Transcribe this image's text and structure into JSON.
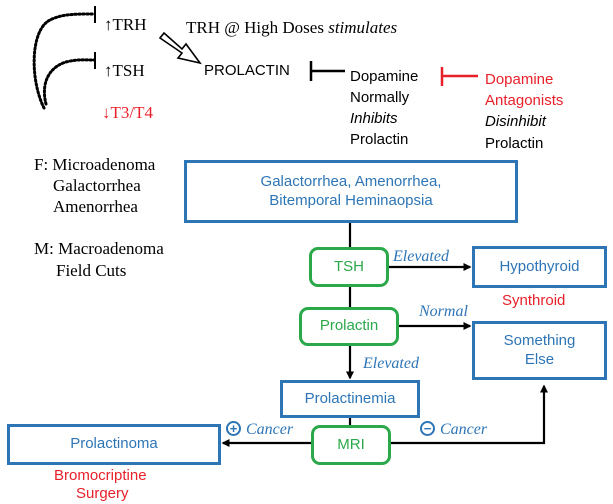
{
  "feedback": {
    "trh": "↑TRH",
    "tsh": "↑TSH",
    "t3t4": "↓T3/T4",
    "trh_note_prefix": "TRH @ High Doses ",
    "trh_note_italic": "stimulates",
    "prolactin": "PROLACTIN"
  },
  "dopamine": {
    "line1": "Dopamine",
    "line2": "Normally",
    "line3": "Inhibits",
    "line4": "Prolactin"
  },
  "antagonists": {
    "line1": "Dopamine",
    "line2": "Antagonists",
    "line3": "Disinhibit",
    "line4": "Prolactin"
  },
  "sex_notes": {
    "female_line1": "F: Microadenoma",
    "female_line2": "Galactorrhea",
    "female_line3": "Amenorrhea",
    "male_line1": "M: Macroadenoma",
    "male_line2": "Field Cuts"
  },
  "flowchart": {
    "top_box_line1": "Galactorrhea, Amenorrhea,",
    "top_box_line2": "Bitemporal Heminaopsia",
    "tsh": "TSH",
    "prolactin": "Prolactin",
    "prolactinemia": "Prolactinemia",
    "mri": "MRI",
    "hypothyroid": "Hypothyroid",
    "something_else_line1": "Something",
    "something_else_line2": "Else",
    "prolactinoma": "Prolactinoma",
    "synthroid": "Synthroid",
    "bromocriptine": "Bromocriptine",
    "surgery": "Surgery",
    "edge_elevated_tsh": "Elevated",
    "edge_normal": "Normal",
    "edge_elevated_prolactin": "Elevated",
    "edge_cancer_pos_sign": "+",
    "edge_cancer_pos": "Cancer",
    "edge_cancer_neg_sign": "−",
    "edge_cancer_neg": "Cancer"
  },
  "colors": {
    "blue": "#2e75b6",
    "green": "#2ba84a",
    "red": "#e8202a"
  }
}
